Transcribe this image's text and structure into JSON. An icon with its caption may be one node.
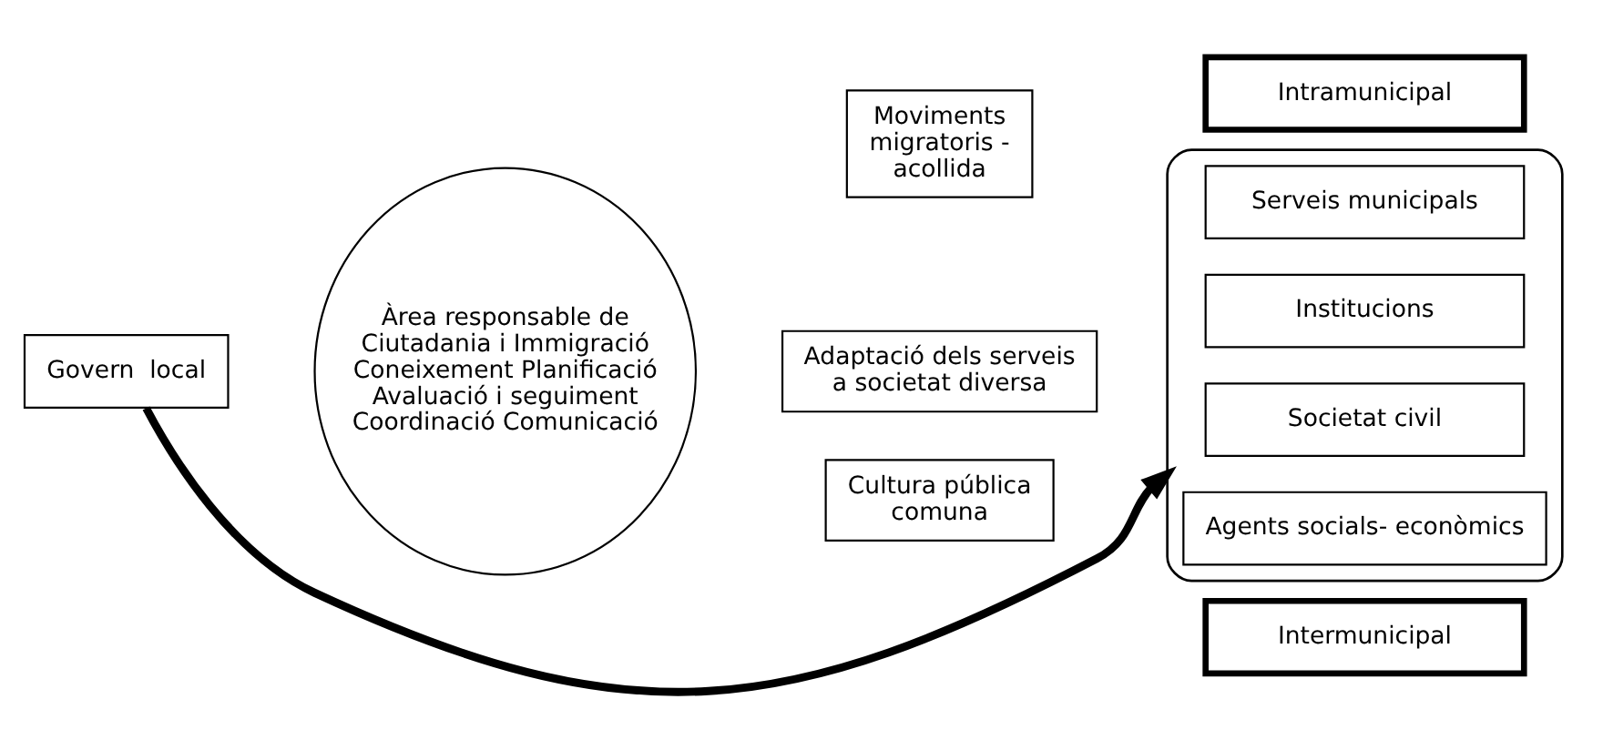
{
  "diagram": {
    "nodes": [
      {
        "text": [
          "Govern  local"
        ]
      },
      {
        "text": [
          "Àrea responsable de Ciutadania i Immigració",
          "Coneixement Planificació Avaluació i seguiment Coordinació Comunicació"
        ]
      },
      {
        "text": [
          "Moviments migratoris - acollida"
        ]
      },
      {
        "text": [
          "Adaptació dels serveis a societat diversa"
        ]
      },
      {
        "text": [
          "Cultura pública comuna"
        ]
      },
      {
        "text": [
          "Intramunicipal"
        ]
      },
      {
        "text": [],
        "shape": "bracket"
      },
      {
        "text": [
          "Serveis municipals"
        ],
        "in": 6
      },
      {
        "text": [
          "Institucions"
        ],
        "in": 6
      },
      {
        "text": [
          "Societat civil"
        ],
        "in": 6
      },
      {
        "text": [
          "Agents socials- econòmics"
        ],
        "in": 6
      },
      {
        "text": [
          "Intermunicipal"
        ]
      }
    ],
    "edges": [
      {
        "from": 0,
        "to": 6,
        "arrow": "to"
      }
    ]
  }
}
